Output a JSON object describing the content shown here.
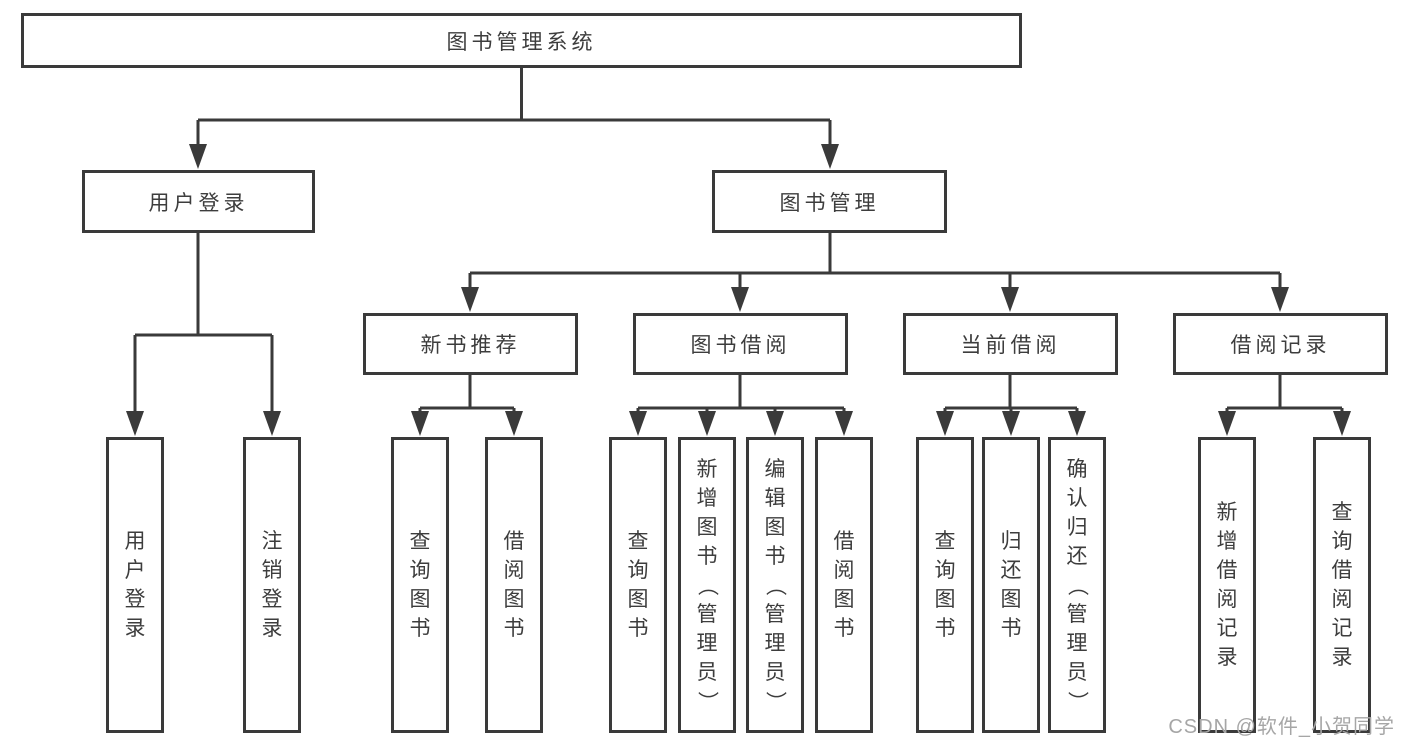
{
  "colors": {
    "line": "#3a3a3a",
    "text": "#3d3d3d",
    "box_fill": "#ffffff",
    "watermark": "#a6a6a6"
  },
  "watermark": "CSDN @软件_小贺同学",
  "tree": {
    "label": "图书管理系统",
    "children": [
      {
        "label": "用户登录",
        "children": [
          {
            "label": "用户登录"
          },
          {
            "label": "注销登录"
          }
        ]
      },
      {
        "label": "图书管理",
        "children": [
          {
            "label": "新书推荐",
            "children": [
              {
                "label": "查询图书"
              },
              {
                "label": "借阅图书"
              }
            ]
          },
          {
            "label": "图书借阅",
            "children": [
              {
                "label": "查询图书"
              },
              {
                "label": "新增图书（管理员）"
              },
              {
                "label": "编辑图书（管理员）"
              },
              {
                "label": "借阅图书"
              }
            ]
          },
          {
            "label": "当前借阅",
            "children": [
              {
                "label": "查询图书"
              },
              {
                "label": "归还图书"
              },
              {
                "label": "确认归还（管理员）"
              }
            ]
          },
          {
            "label": "借阅记录",
            "children": [
              {
                "label": "新增借阅记录"
              },
              {
                "label": "查询借阅记录"
              }
            ]
          }
        ]
      }
    ]
  }
}
